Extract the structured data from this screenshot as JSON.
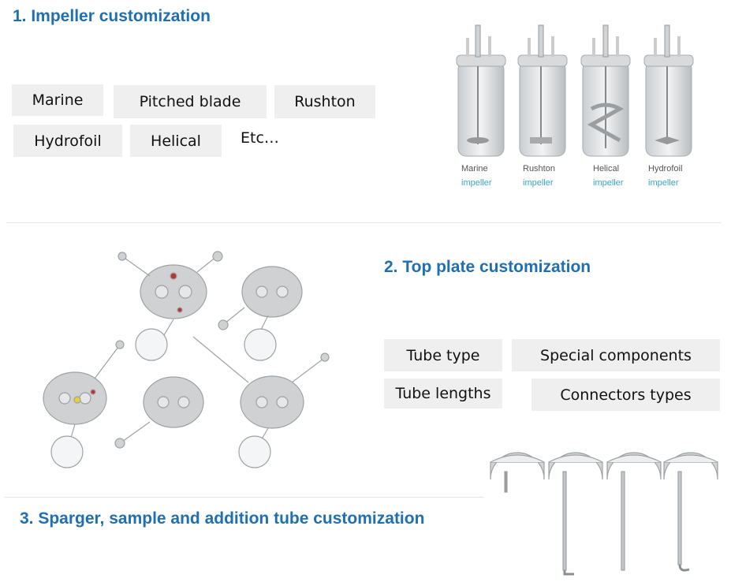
{
  "section1": {
    "title": "1. Impeller customization",
    "tags": [
      "Marine",
      "Pitched blade",
      "Rushton",
      "Hydrofoil",
      "Helical"
    ],
    "etc": "Etc…",
    "image": {
      "names": [
        "Marine",
        "Rushton",
        "Helical",
        "Hydrofoil"
      ],
      "subtitle": "impeller"
    }
  },
  "section2": {
    "title": "2. Top plate customization",
    "tags": [
      "Tube type",
      "Special components",
      "Tube lengths",
      "Connectors types"
    ]
  },
  "section3": {
    "title": "3. Sparger, sample and addition tube customization"
  },
  "colors": {
    "heading": "#1f6fb2",
    "tag_bg": "#efefef",
    "caption_sub": "#3aa7c9"
  }
}
